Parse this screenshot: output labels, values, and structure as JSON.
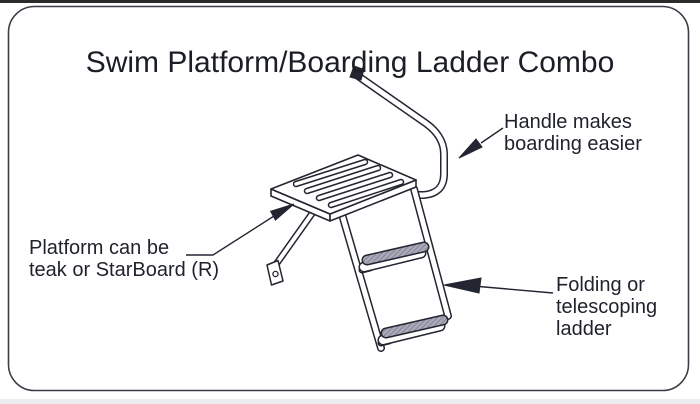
{
  "title": "Swim Platform/Boarding Ladder Combo",
  "annotations": {
    "handle": "Handle makes\nboarding easier",
    "platform": "Platform can be\nteak or StarBoard (R)",
    "ladder": "Folding or\ntelescoping\nladder"
  },
  "colors": {
    "ink": "#232530",
    "paper": "#ffffff",
    "frame_border": "#3a3c46",
    "tread_gray": "#aaabb5",
    "tread_hatch": "#8486a0",
    "scan_edge": "#2b2b2b"
  }
}
